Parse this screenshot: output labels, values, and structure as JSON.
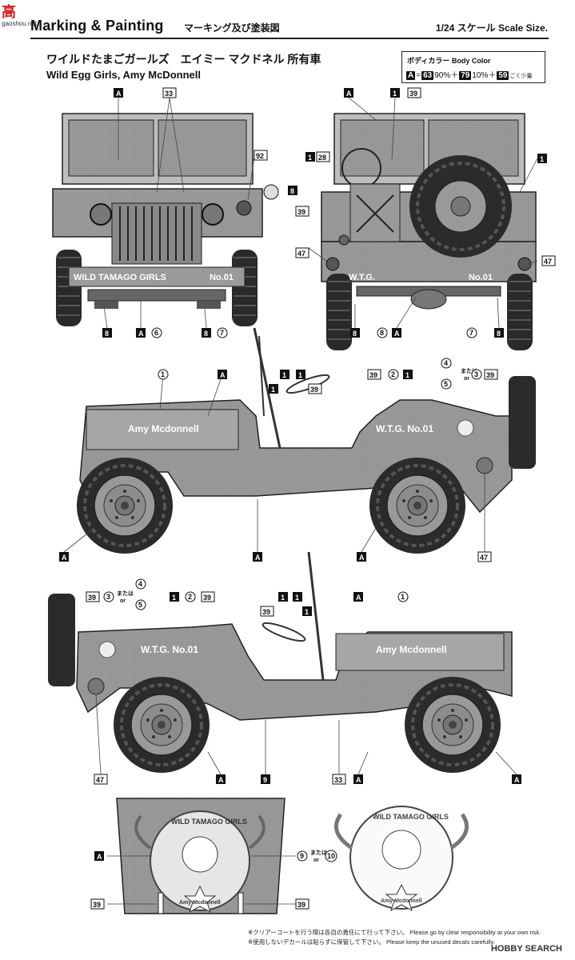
{
  "header": {
    "title": "Marking & Painting",
    "title_jp": "マーキング及び塗装図",
    "scale": "1/24 スケール Scale Size."
  },
  "site_logo": {
    "mark": "高",
    "sub": "gaoshou.net"
  },
  "subject": {
    "jp": "ワイルドたまごガールズ　エイミー マクドネル 所有車",
    "en": "Wild Egg Girls, Amy McDonnell"
  },
  "body_color": {
    "title": "ボディカラー Body Color",
    "label": "A",
    "formula_eq": "=",
    "c1": "63",
    "p1": "90%＋",
    "c2": "79",
    "p2": "10%＋",
    "c3": "59",
    "p3": "ごく少量"
  },
  "decals": {
    "grille_plate": "WILD TAMAGO GIRLS",
    "plate_no": "No.01",
    "rear_left": "W.T.G.",
    "rear_right": "No.01",
    "side_name": "Amy Mcdonnell",
    "side_wtg": "W.T.G. No.01",
    "hood_arc": "WILD TAMAGO GIRLS",
    "hood_name": "Amy Mcdonnell"
  },
  "callouts": {
    "A": "A",
    "c1": "1",
    "c2": "2",
    "c3": "3",
    "c4": "4",
    "c5": "5",
    "c6": "6",
    "c7": "7",
    "c8": "8",
    "c9": "9",
    "c10": "10",
    "c28": "28",
    "c33": "33",
    "c39": "39",
    "c47": "47",
    "c92": "92",
    "or_jp": "または",
    "or_en": "or"
  },
  "footer": {
    "line1_jp": "※クリアーコートを行う際は各自の責任にて行って下さい。",
    "line1_en": "Please go by clear responsibility at your own risk.",
    "line2_jp": "※使用しないデカールは貼らずに保管して下さい。",
    "line2_en": "Please keep the unused decals carefully.",
    "brand": "HOBBY SEARCH"
  }
}
